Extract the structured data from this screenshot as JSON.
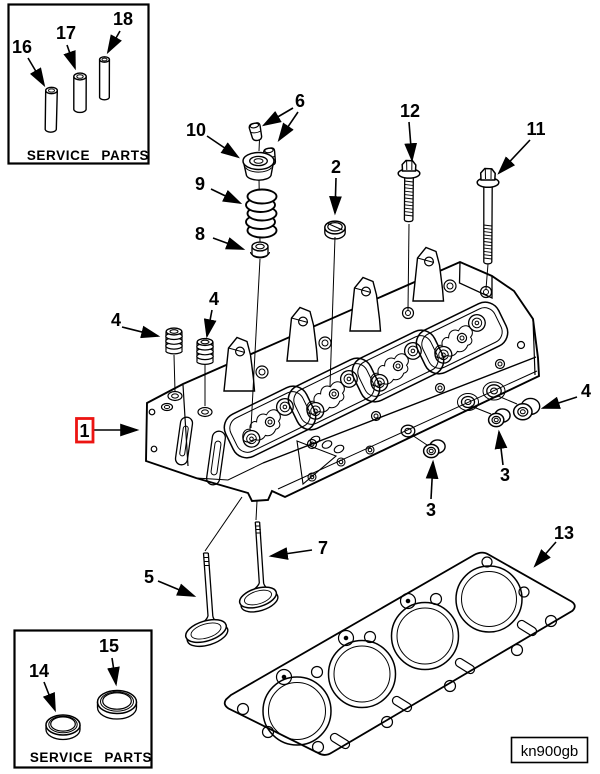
{
  "page": {
    "drawing_code": "kn900gb"
  },
  "service_parts": {
    "label": "SERVICE PARTS"
  },
  "part_numbers": {
    "1": "1",
    "2": "2",
    "3": "3",
    "4": "4",
    "5": "5",
    "6": "6",
    "7": "7",
    "8": "8",
    "9": "9",
    "10": "10",
    "11": "11",
    "12": "12",
    "13": "13",
    "14": "14",
    "15": "15",
    "16": "16",
    "17": "17",
    "18": "18"
  },
  "colors": {
    "highlight": "#ec1512",
    "ink": "#000000",
    "paper": "#ffffff"
  }
}
